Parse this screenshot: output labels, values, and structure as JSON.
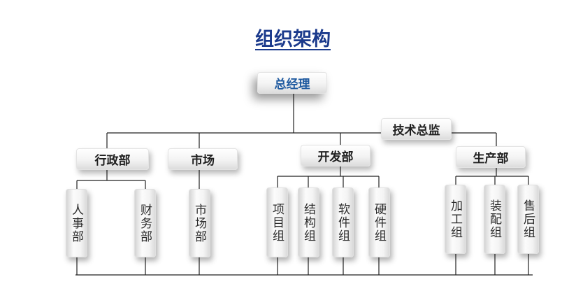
{
  "title": "组织架构",
  "general_manager": "总经理",
  "technical_director": "技术总监",
  "departments": {
    "admin": "行政部",
    "market": "市场",
    "dev": "开发部",
    "production": "生产部"
  },
  "units": {
    "hr": "人事部",
    "finance": "财务部",
    "market_dept": "市场部",
    "project": "项目组",
    "structure": "结构组",
    "software": "软件组",
    "hardware": "硬件组",
    "machining": "加工组",
    "assembly": "装配组",
    "after_sales": "售后组"
  }
}
